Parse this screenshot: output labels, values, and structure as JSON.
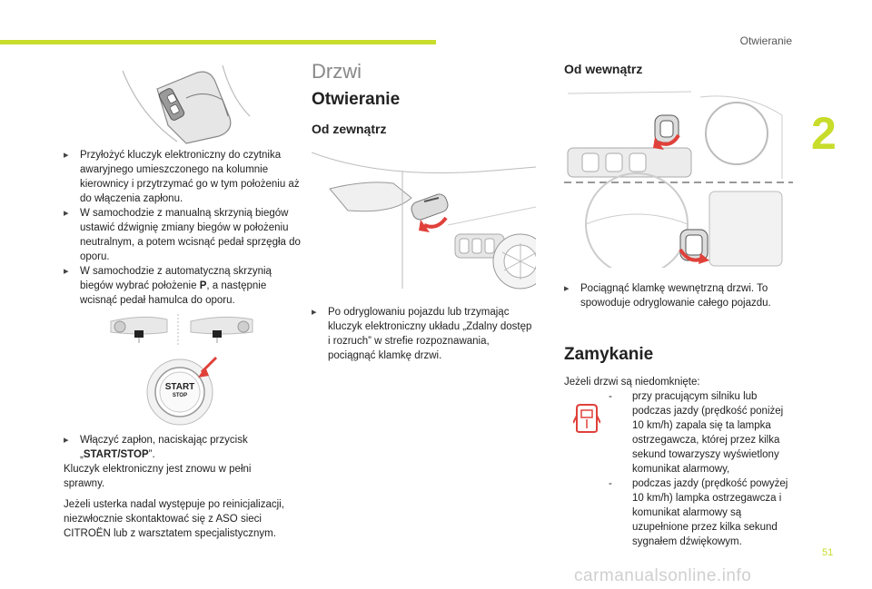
{
  "header": {
    "section_name": "Otwieranie",
    "chapter_number": "2",
    "page_number": "51"
  },
  "left_column": {
    "steps_1": [
      "Przyłożyć kluczyk elektroniczny do czytnika awaryjnego umieszczonego na kolumnie kierownicy i przytrzymać go w tym położeniu aż do włączenia zapłonu.",
      "W samochodzie z manualną skrzynią biegów ustawić dźwignię zmiany biegów w położeniu neutralnym, a potem wcisnąć pedał sprzęgła do oporu."
    ],
    "step_3_before": "W samochodzie z automatyczną skrzynią biegów wybrać położenie ",
    "step_3_bold": "P",
    "step_3_after": ", a następnie wcisnąć pedał hamulca do oporu.",
    "start_button_line1": "START",
    "start_button_line2": "STOP",
    "step_4_before": "Włączyć zapłon, naciskając przycisk „",
    "step_4_bold": "START/STOP",
    "step_4_after": "”.",
    "note_1": "Kluczyk elektroniczny jest znowu w pełni sprawny.",
    "note_2": "Jeżeli usterka nadal występuje po reinicjalizacji, niezwłocznie skontaktować się z ASO sieci CITROËN lub z warsztatem specjalistycznym."
  },
  "middle_column": {
    "title": "Drzwi",
    "heading": "Otwieranie",
    "subheading": "Od zewnątrz",
    "step": "Po odryglowaniu pojazdu lub trzymając kluczyk elektroniczny układu „Zdalny dostęp i rozruch” w strefie rozpoznawania, pociągnąć klamkę drzwi."
  },
  "right_column": {
    "subheading": "Od wewnątrz",
    "step": "Pociągnąć klamkę wewnętrzną drzwi. To spowoduje odryglowanie całego pojazdu.",
    "heading": "Zamykanie",
    "intro": "Jeżeli drzwi są niedomknięte:",
    "items": [
      "przy pracującym silniku lub podczas jazdy (prędkość poniżej 10 km/h) zapala się ta lampka ostrzegawcza, której przez kilka sekund towarzyszy wyświetlony komunikat alarmowy,",
      "podczas jazdy (prędkość powyżej 10 km/h) lampka ostrzegawcza i komunikat alarmowy są uzupełnione przez kilka sekund sygnałem dźwiękowym."
    ]
  },
  "footer": {
    "watermark": "carmanualsonline.info"
  },
  "colors": {
    "accent": "#c8dc2a",
    "warning_red": "#e0403a"
  }
}
